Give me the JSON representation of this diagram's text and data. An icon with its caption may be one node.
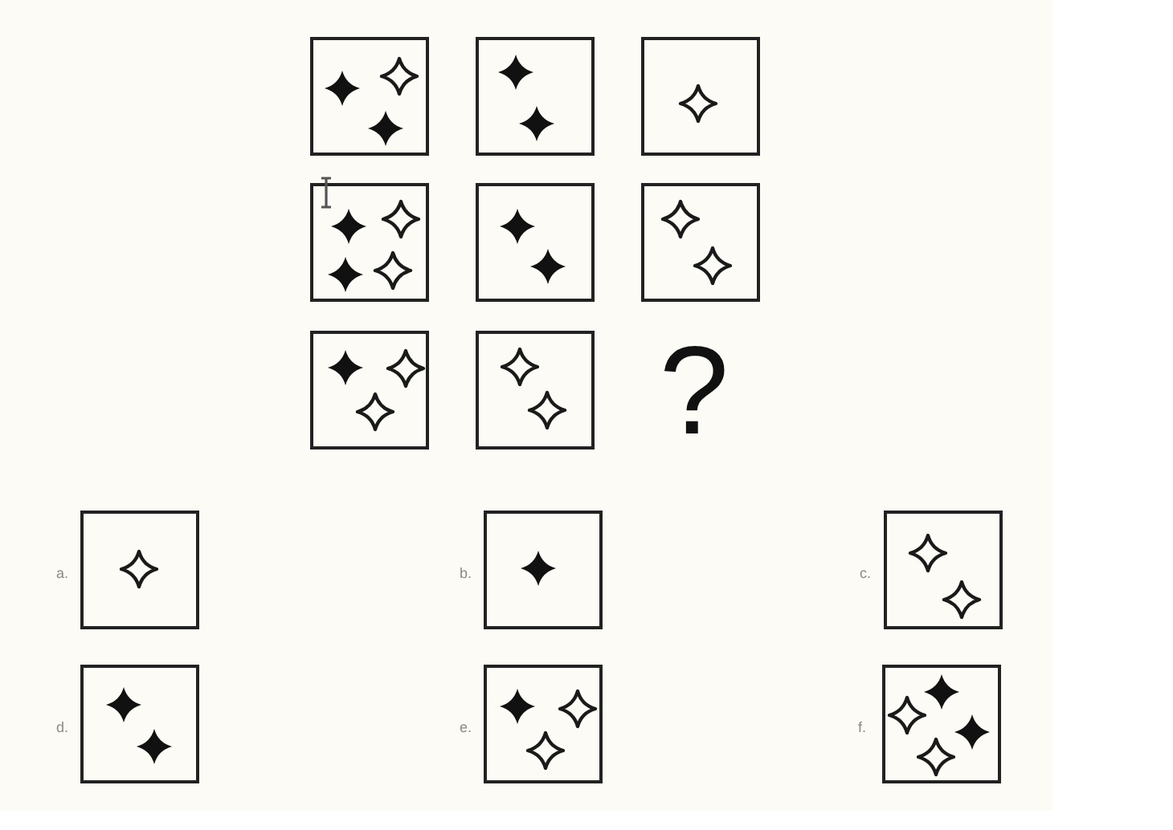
{
  "diagram": {
    "nodes": [
      {
        "text": [],
        "shape": "box"
      },
      {
        "text": [],
        "shape": "box"
      },
      {
        "text": [],
        "shape": "box"
      },
      {
        "text": [],
        "shape": "box"
      },
      {
        "text": [],
        "shape": "box"
      },
      {
        "text": [],
        "shape": "box"
      },
      {
        "text": [],
        "shape": "box"
      },
      {
        "text": [],
        "shape": "box"
      },
      {
        "text": [],
        "shape": "box",
        "beside": [
          "a."
        ]
      },
      {
        "text": [],
        "shape": "box",
        "beside": [
          "b."
        ]
      },
      {
        "text": [],
        "shape": "box",
        "beside": [
          "c."
        ]
      },
      {
        "text": [],
        "shape": "box",
        "beside": [
          "d."
        ]
      },
      {
        "text": [],
        "shape": "box",
        "beside": [
          "e."
        ]
      },
      {
        "text": [],
        "shape": "box",
        "beside": [
          "f."
        ]
      }
    ],
    "labels": [
      "?"
    ]
  }
}
